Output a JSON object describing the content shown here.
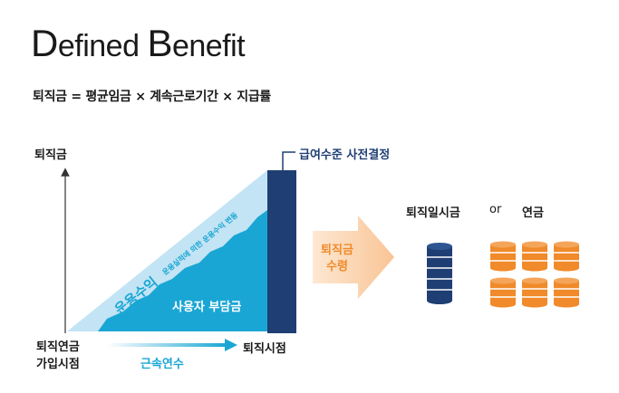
{
  "title": {
    "first_cap": "D",
    "first_rest": "efined ",
    "second_cap": "B",
    "second_rest": "enefit"
  },
  "formula": "퇴직금 = 평균임금 × 계속근로기간 × 지급률",
  "chart": {
    "y_axis_label": "퇴직금",
    "x_start_label_line1": "퇴직연금",
    "x_start_label_line2": "가입시점",
    "x_end_label": "퇴직시점",
    "x_arrow_label": "근속연수",
    "top_label": "급여수준 사전결정",
    "investment_label": "운용수익",
    "investment_sublabel": "운용실적에 의한 운용수익 변동",
    "employer_label": "사용자 부담금"
  },
  "payout": {
    "arrow_line1": "퇴직금",
    "arrow_line2": "수령",
    "lump_sum_label": "퇴직일시금",
    "or_label": "or",
    "pension_label": "연금"
  },
  "colors": {
    "navy": "#1f3e73",
    "cyan": "#1aa6d4",
    "light_blue": "#c3e4f4",
    "orange": "#f08a2a",
    "peach": "#fbd7b4"
  }
}
